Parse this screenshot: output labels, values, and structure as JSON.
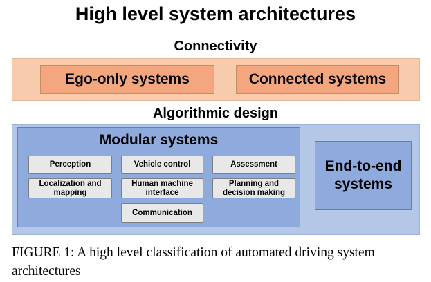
{
  "title": "High level system architectures",
  "connectivity": {
    "heading": "Connectivity",
    "boxes": [
      "Ego-only systems",
      "Connected systems"
    ]
  },
  "algorithmic": {
    "heading": "Algorithmic design",
    "modular": {
      "title": "Modular systems",
      "items": [
        "Perception",
        "Vehicle control",
        "Assessment",
        "Localization and mapping",
        "Human machine interface",
        "Planning and decision making",
        "Communication"
      ]
    },
    "end_to_end": "End-to-end systems"
  },
  "caption": "FIGURE 1: A high level classification of automated driving system architectures",
  "colors": {
    "connectivity_band": "#f8cbad",
    "connectivity_box": "#f4a77e",
    "algorithmic_band": "#b4c7e7",
    "algorithmic_box": "#8faadc",
    "module_item": "#e8e8e8"
  }
}
